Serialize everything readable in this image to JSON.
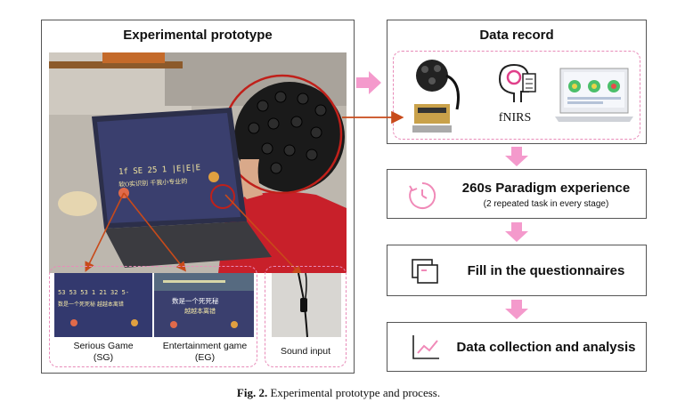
{
  "left_panel": {
    "title": "Experimental prototype",
    "game_labels": [
      {
        "name": "Serious Game",
        "abbr": "(SG)"
      },
      {
        "name": "Entertainment game",
        "abbr": "(EG)"
      }
    ],
    "sound_label": "Sound input",
    "laptop_screen": {
      "line1": "1f SE 25 1 |E|E|E",
      "line2": "软Ⲟ实识别 千我小专业的"
    },
    "sg_screen": {
      "row1": "53 53 53 1  21 32 5-",
      "row2": "数是一个死死秘 越越本离错"
    },
    "eg_screen": {
      "row1": "数是一个死死秘",
      "row2": "越越本离错"
    }
  },
  "right_panel": {
    "title": "Data record",
    "device_label": "fNIRS"
  },
  "steps": [
    {
      "label": "260s Paradigm experience",
      "sub": "(2 repeated task in every stage)",
      "icon": "timer-icon"
    },
    {
      "label": "Fill in the questionnaires",
      "icon": "questionnaire-icon"
    },
    {
      "label": "Data collection and analysis",
      "icon": "line-chart-icon"
    }
  ],
  "caption": {
    "prefix": "Fig. 2.",
    "text": "Experimental prototype and process."
  },
  "colors": {
    "accent_pink": "#f27fbf",
    "dashed_pink": "#e88bb8",
    "arrow_red": "#c84a1a",
    "circle_red": "#c0201a"
  }
}
